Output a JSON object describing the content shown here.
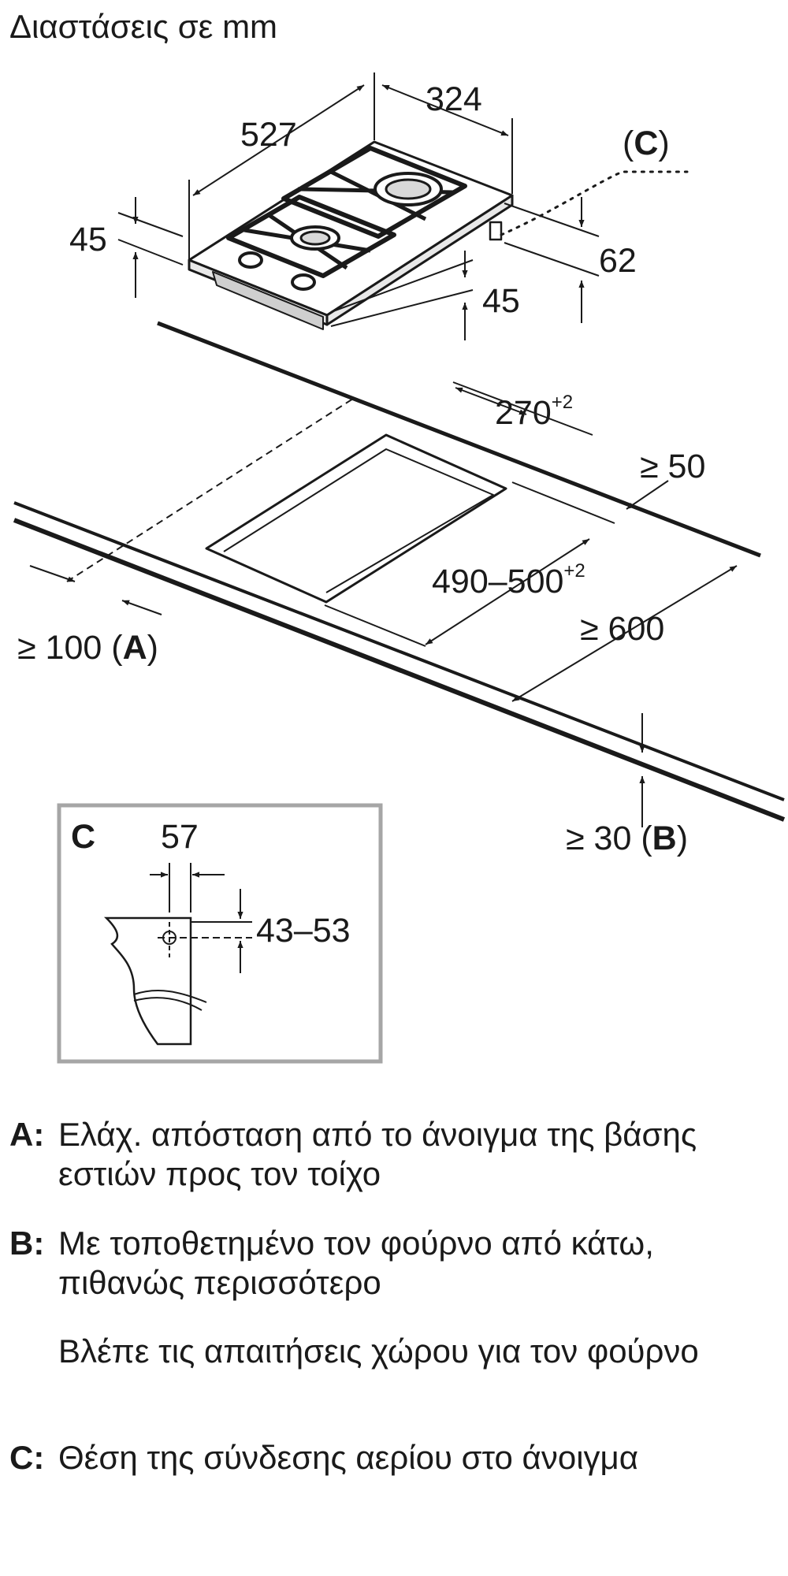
{
  "title": "Διαστάσεις σε mm",
  "hob": {
    "depth": "527",
    "width": "324",
    "height_left": "45",
    "height_right": "45",
    "gas_height": "62",
    "gas_marker_open": "(",
    "gas_marker_letter": "C",
    "gas_marker_close": ")"
  },
  "cutout": {
    "width": "270",
    "width_tol": "+2",
    "depth": "490–500",
    "depth_tol": "+2",
    "back_distance": "≥ 50",
    "worktop_depth": "≥ 600",
    "side_distance": "≥ 100 (",
    "side_letter": "A",
    "side_close": ")",
    "thickness": "≥ 30 (",
    "thickness_letter": "B",
    "thickness_close": ")"
  },
  "detail": {
    "label": "C",
    "offset": "57",
    "height": "43–53"
  },
  "legend": {
    "a_key": "A:",
    "a_text": "Ελάχ. απόσταση από το άνοιγμα της βάσης εστιών προς τον τοίχο",
    "b_key": "B:",
    "b_text": "Με τοποθετημένο τον φούρνο από κάτω, πιθανώς περισσότερο",
    "b_text2": "Βλέπε τις απαιτήσεις χώρου για τον φούρνο",
    "c_key": "C:",
    "c_text": "Θέση της σύνδεσης αερίου στο άνοιγμα"
  }
}
